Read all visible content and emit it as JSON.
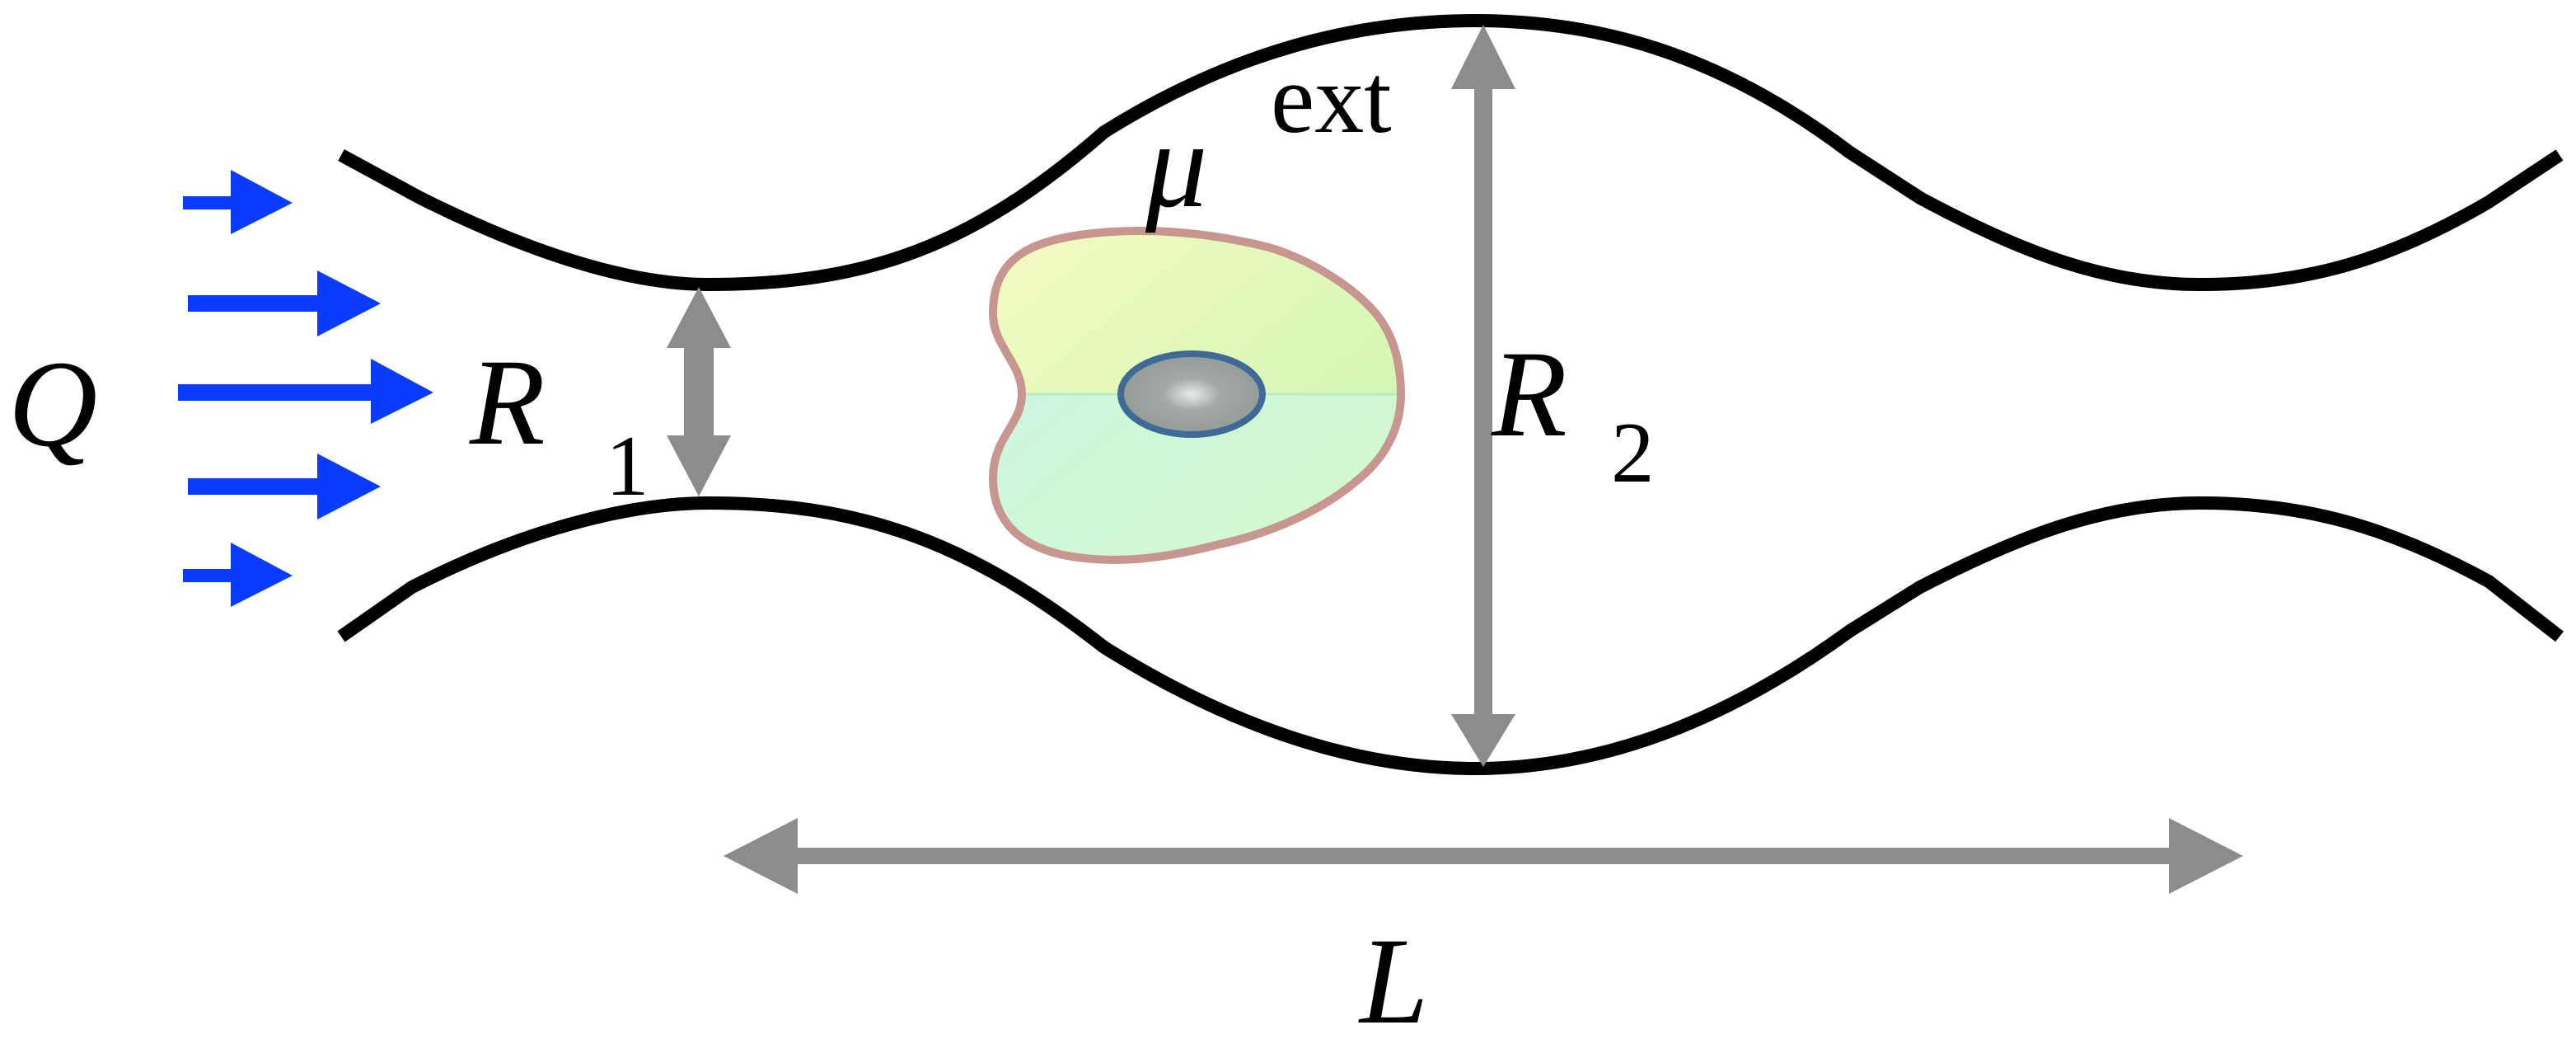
{
  "colors": {
    "wall": "#000000",
    "flow_arrow": "#0a3cff",
    "dimension_arrow": "#8c8c8c",
    "cell_outline": "#c89690",
    "cell_fill_upper": "#e6f7b8",
    "cell_fill_lower": "#c8f5e4",
    "nucleus_outline": "#3f6a97",
    "nucleus_fill": "#9aa29e"
  },
  "labels": {
    "flow": "Q",
    "inner_radius_symbol": "R",
    "inner_radius_sub": "1",
    "outer_radius_symbol": "R",
    "outer_radius_sub": "2",
    "viscosity_symbol": "μ",
    "viscosity_sup": "ext",
    "length": "L"
  },
  "icons": {
    "flow_arrows": "right-arrow",
    "dimension_arrows": "double-headed-arrow"
  }
}
